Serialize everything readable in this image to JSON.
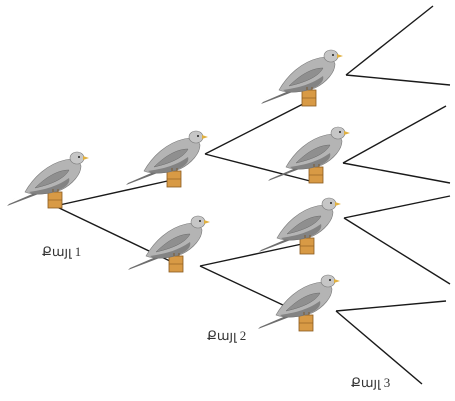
{
  "diagram": {
    "generation_labels": [
      "Քայլ 1",
      "Քայլ 2",
      "Քայլ 3"
    ],
    "bird_count": 7,
    "colors": {
      "line": "#1a1a1a",
      "bird_body": "#b4b4b4",
      "bird_shadow": "#6e6e6e",
      "bird_wing": "#8f8f8f",
      "beak": "#e0b040",
      "box": "#d89a45",
      "box_edge": "#8a5a1e"
    }
  }
}
